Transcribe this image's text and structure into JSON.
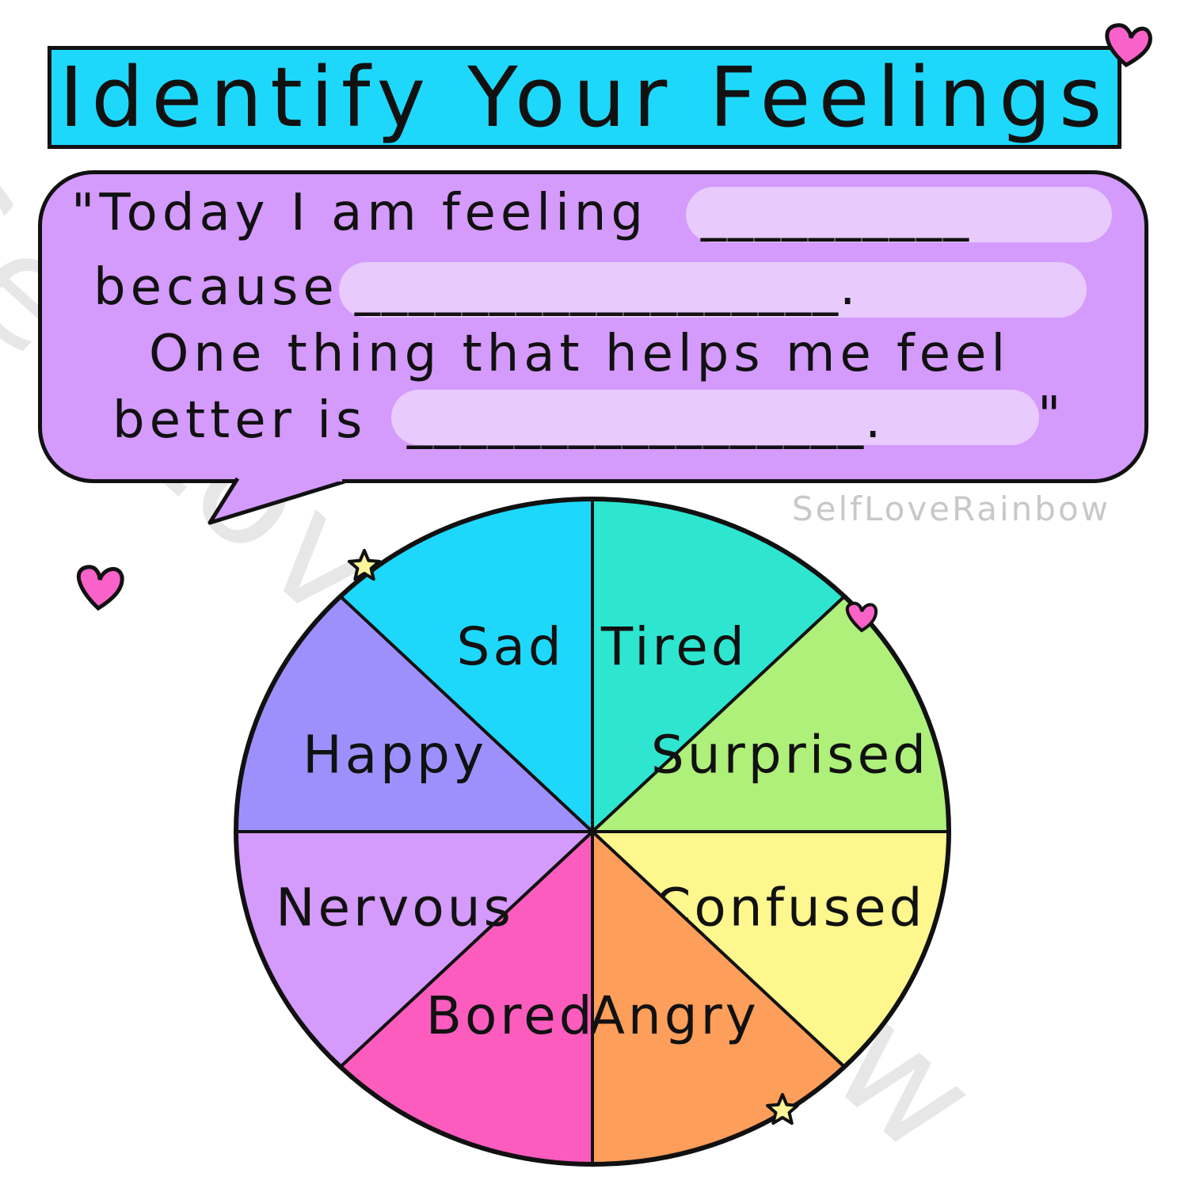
{
  "title": "Identify Your Feelings",
  "prompt": {
    "line1": "\"Today I am feeling",
    "line2": "because",
    "line3": "One thing that helps me feel",
    "line4": "better is",
    "blank1": "__________",
    "blank2": "__________________.",
    "blank3": "_________________.",
    "closing_quote": "\""
  },
  "watermark": "SelfLoveRainbow",
  "wheel": {
    "segments": [
      {
        "label": "Tired",
        "color": "#2ee6d0"
      },
      {
        "label": "Surprised",
        "color": "#aef07a"
      },
      {
        "label": "Confused",
        "color": "#fdf78e"
      },
      {
        "label": "Angry",
        "color": "#fd9e5a"
      },
      {
        "label": "Bored",
        "color": "#fc5cbe"
      },
      {
        "label": "Nervous",
        "color": "#d49afc"
      },
      {
        "label": "Happy",
        "color": "#9e90fc"
      },
      {
        "label": "Sad",
        "color": "#1ed8fc"
      }
    ]
  },
  "colors": {
    "title_bg": "#1ed8fc",
    "bubble_bg": "#d49afc",
    "field_bg": "#e8cafc",
    "heart": "#f962c8",
    "star": "#fdf59a"
  }
}
